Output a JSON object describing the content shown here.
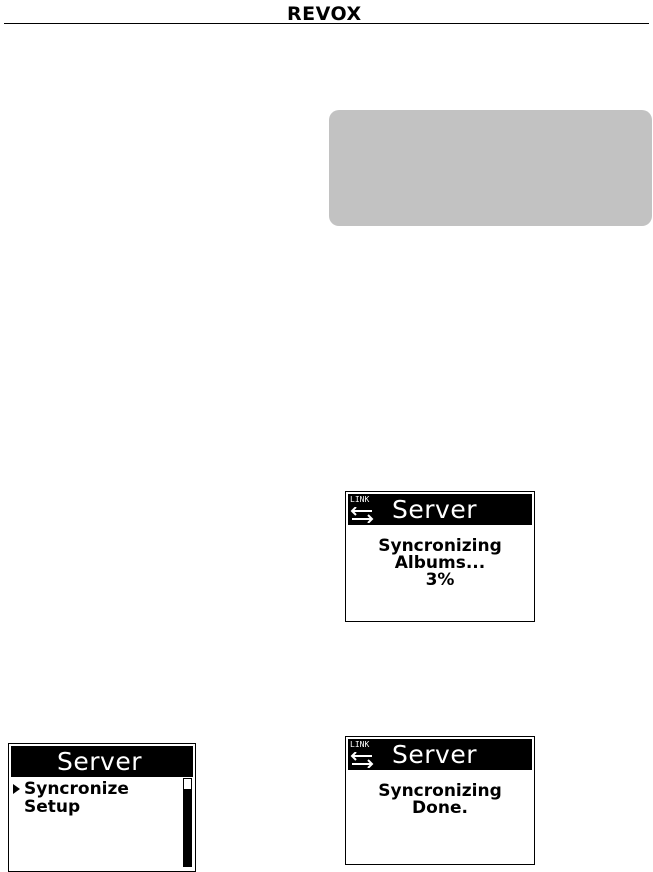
{
  "header": {
    "logo_main": "REVOX"
  },
  "screens": {
    "menu_screen": {
      "title": "Server",
      "items": [
        "Syncronize",
        "Setup"
      ],
      "selected_index": 0
    },
    "sync_progress": {
      "link_label": "LINK",
      "title": "Server",
      "line1": "Syncronizing",
      "line2": "Albums...",
      "line3": "3%"
    },
    "sync_done": {
      "link_label": "LINK",
      "title": "Server",
      "line1": "Syncronizing",
      "line2": "Done."
    }
  },
  "colors": {
    "note_box": "#c2c2c2",
    "lcd_bar": "#000000"
  },
  "icons": {
    "link": "link-arrows-icon",
    "selector": "selection-arrow-icon"
  }
}
